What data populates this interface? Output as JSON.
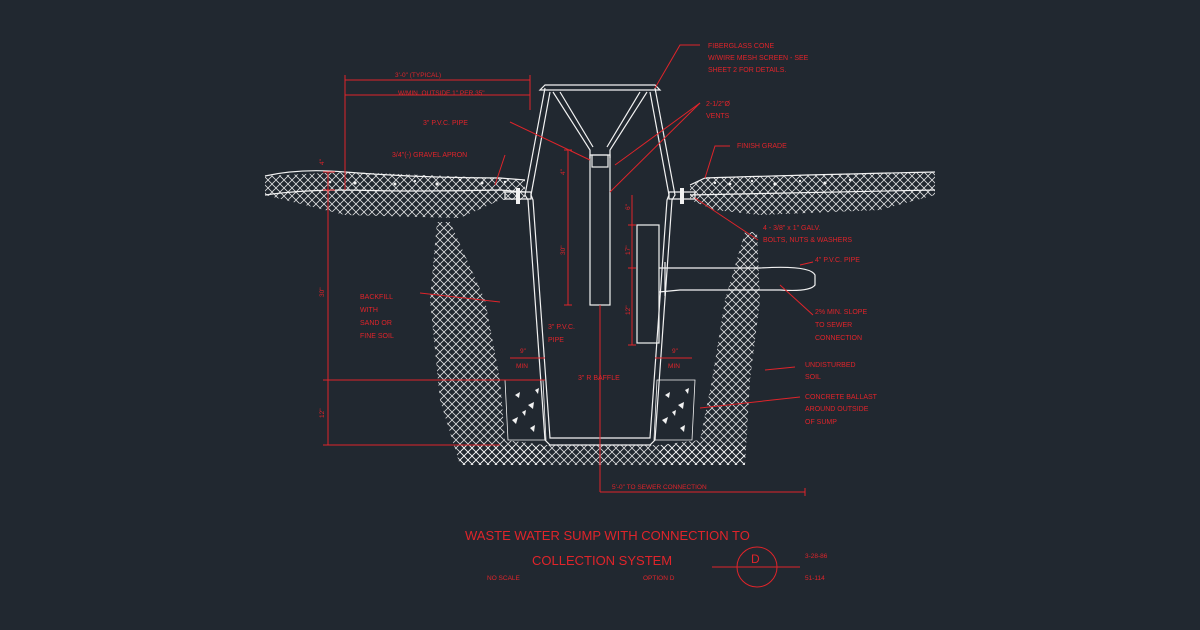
{
  "drawing": {
    "title_line1": "WASTE WATER SUMP WITH CONNECTION TO",
    "title_line2": "COLLECTION SYSTEM",
    "scale": "NO SCALE",
    "option": "OPTION D",
    "detail_letter": "D",
    "date": "3-28-86",
    "sheet_number": "51-114"
  },
  "callouts": {
    "fiberglass_cone": [
      "FIBERGLASS CONE",
      "W/WIRE MESH SCREEN - SEE",
      "SHEET 2 FOR DETAILS."
    ],
    "vents": [
      "2-1/2\"Ø",
      "VENTS"
    ],
    "finish_grade": "FINISH GRADE",
    "bolts": [
      "4 - 3/8\" x 1\" GALV.",
      "BOLTS, NUTS & WASHERS"
    ],
    "pvc_pipe_4": "4\" P.V.C. PIPE",
    "slope": [
      "2% MIN. SLOPE",
      "TO SEWER",
      "CONNECTION"
    ],
    "undisturbed": [
      "UNDISTURBED",
      "SOIL"
    ],
    "ballast": [
      "CONCRETE BALLAST",
      "AROUND OUTSIDE",
      "OF SUMP"
    ],
    "backfill": [
      "BACKFILL",
      "WITH",
      "SAND OR",
      "FINE SOIL"
    ],
    "pvc_pipe_3_top": "3\" P.V.C. PIPE",
    "gravel_apron": "3/4\"(-) GRAVEL APRON",
    "pvc_pipe_3_inner": [
      "3\" P.V.C.",
      "PIPE"
    ],
    "baffle": "3\" R BAFFLE"
  },
  "dimensions": {
    "typical": "3'-0\" (TYPICAL)",
    "outside_min": "W/MIN. OUTSIDE 1\" PER 35\"",
    "sewer_connection": "5'-0\" TO SEWER CONNECTION",
    "nine_min_left": [
      "9\"",
      "MIN"
    ],
    "nine_min_right": [
      "9\"",
      "MIN"
    ],
    "four_top": "4\"",
    "thirty_left": "30\"",
    "twelve_left": "12\"",
    "thirty_pipe": "30\"",
    "four_pipe": "4\"",
    "six_right": "6\"",
    "seventeen_right": "17\"",
    "twelve_right": "12\"",
    "four_left_grade": "4\""
  },
  "colors": {
    "background": "#212830",
    "annotation": "#e0242a",
    "linework": "#f2f2f2"
  }
}
